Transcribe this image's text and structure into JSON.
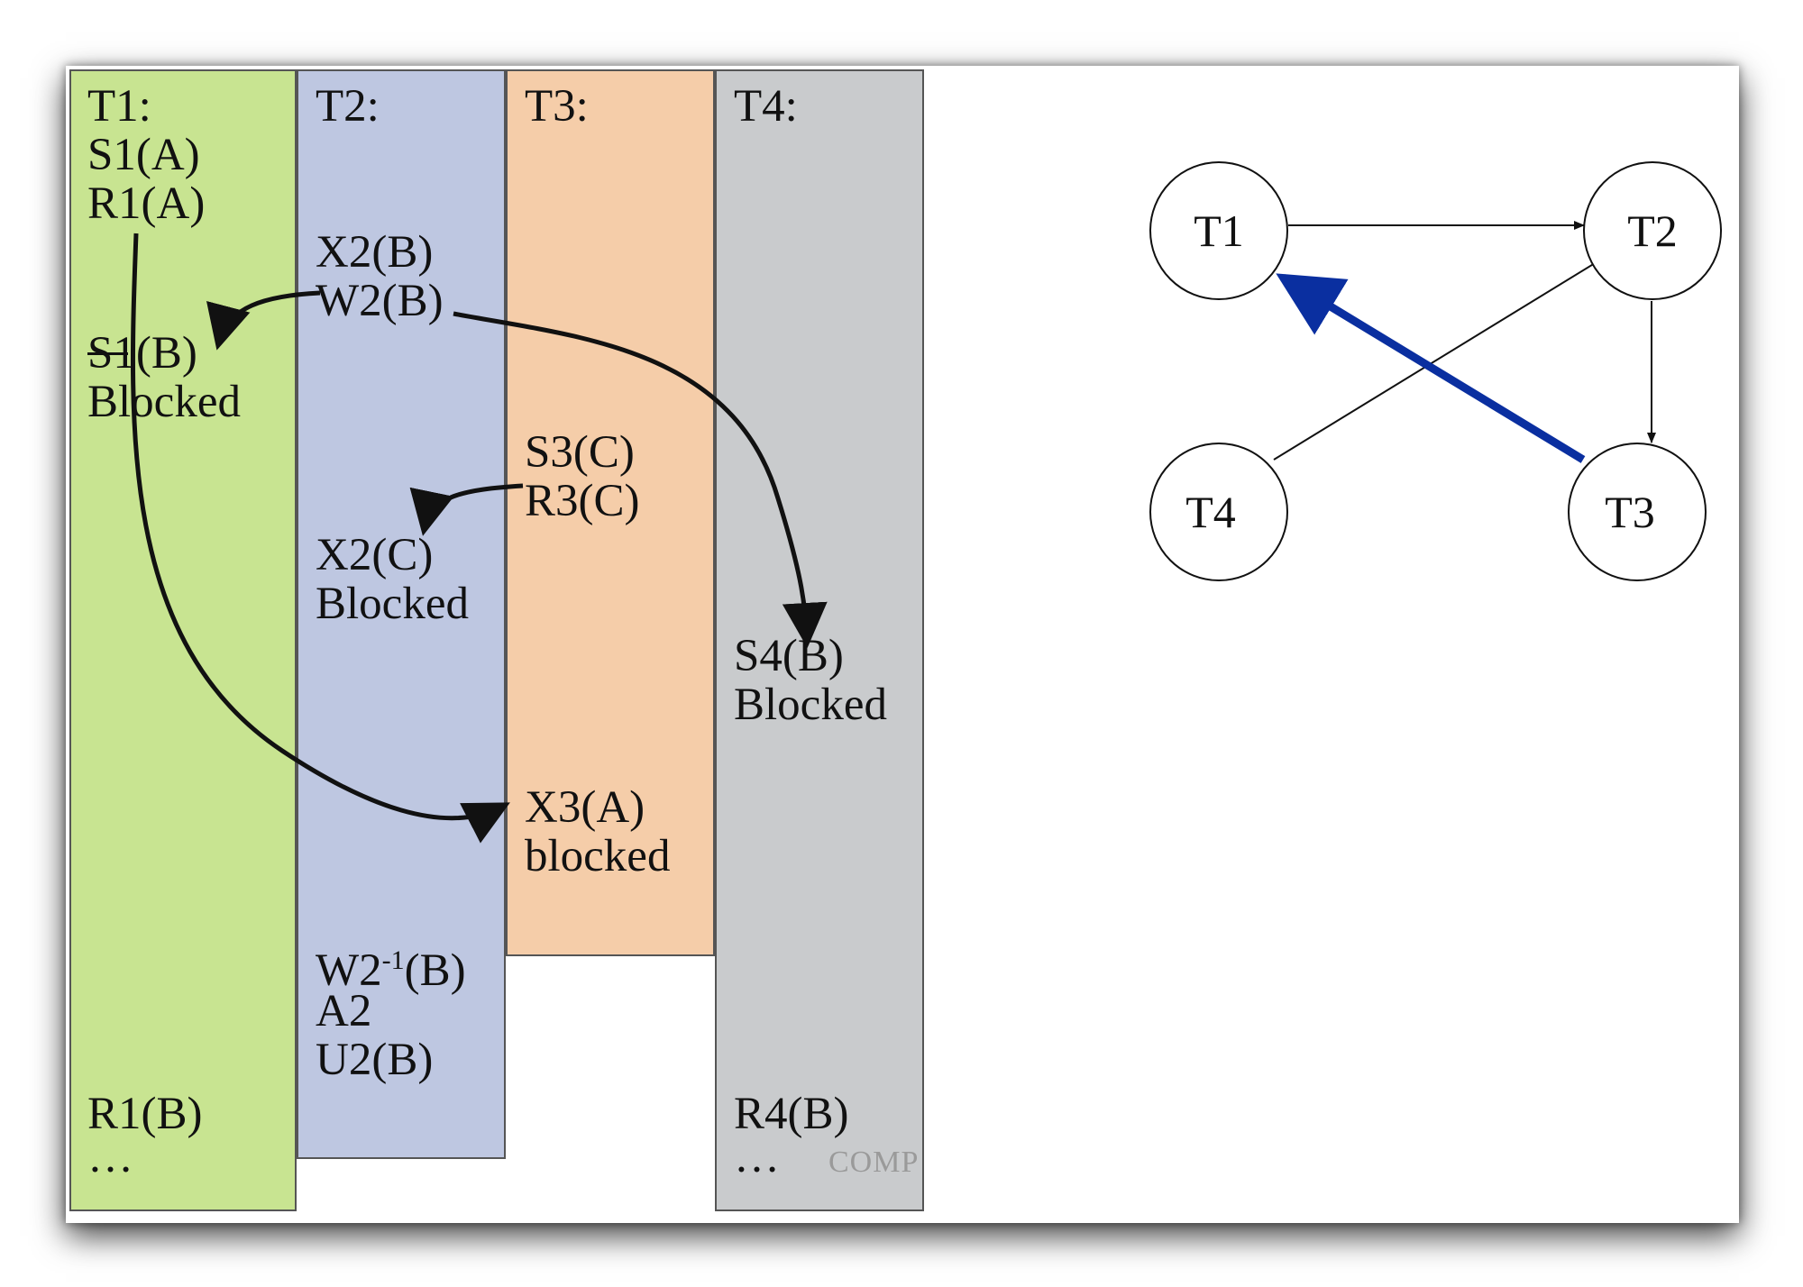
{
  "columns": [
    {
      "name": "T1",
      "header": "T1:",
      "color": "#c8e491",
      "entries": [
        "S1(A)",
        "R1(A)",
        "S1(B)",
        "Blocked",
        "R1(B)",
        "…"
      ]
    },
    {
      "name": "T2",
      "header": "T2:",
      "color": "#bec7e1",
      "entries": [
        "X2(B)",
        "W2(B)",
        "X2(C)",
        "Blocked",
        "W2",
        "-1",
        "(B)",
        "A2",
        "U2(B)"
      ]
    },
    {
      "name": "T3",
      "header": "T3:",
      "color": "#f5cda9",
      "entries": [
        "S3(C)",
        "R3(C)",
        "X3(A)",
        "blocked"
      ]
    },
    {
      "name": "T4",
      "header": "T4:",
      "color": "#c9cbcd",
      "entries": [
        "S4(B)",
        "Blocked",
        "R4(B)",
        "…"
      ]
    }
  ],
  "watermark": "COMP",
  "graph": {
    "nodes": [
      "T1",
      "T2",
      "T4",
      "T3"
    ],
    "edges": [
      {
        "from": "T1",
        "to": "T2"
      },
      {
        "from": "T4",
        "to": "T2"
      },
      {
        "from": "T2",
        "to": "T3"
      },
      {
        "from": "T3",
        "to": "T1",
        "highlight": true
      }
    ],
    "highlight_color": "#0a2fa0"
  }
}
